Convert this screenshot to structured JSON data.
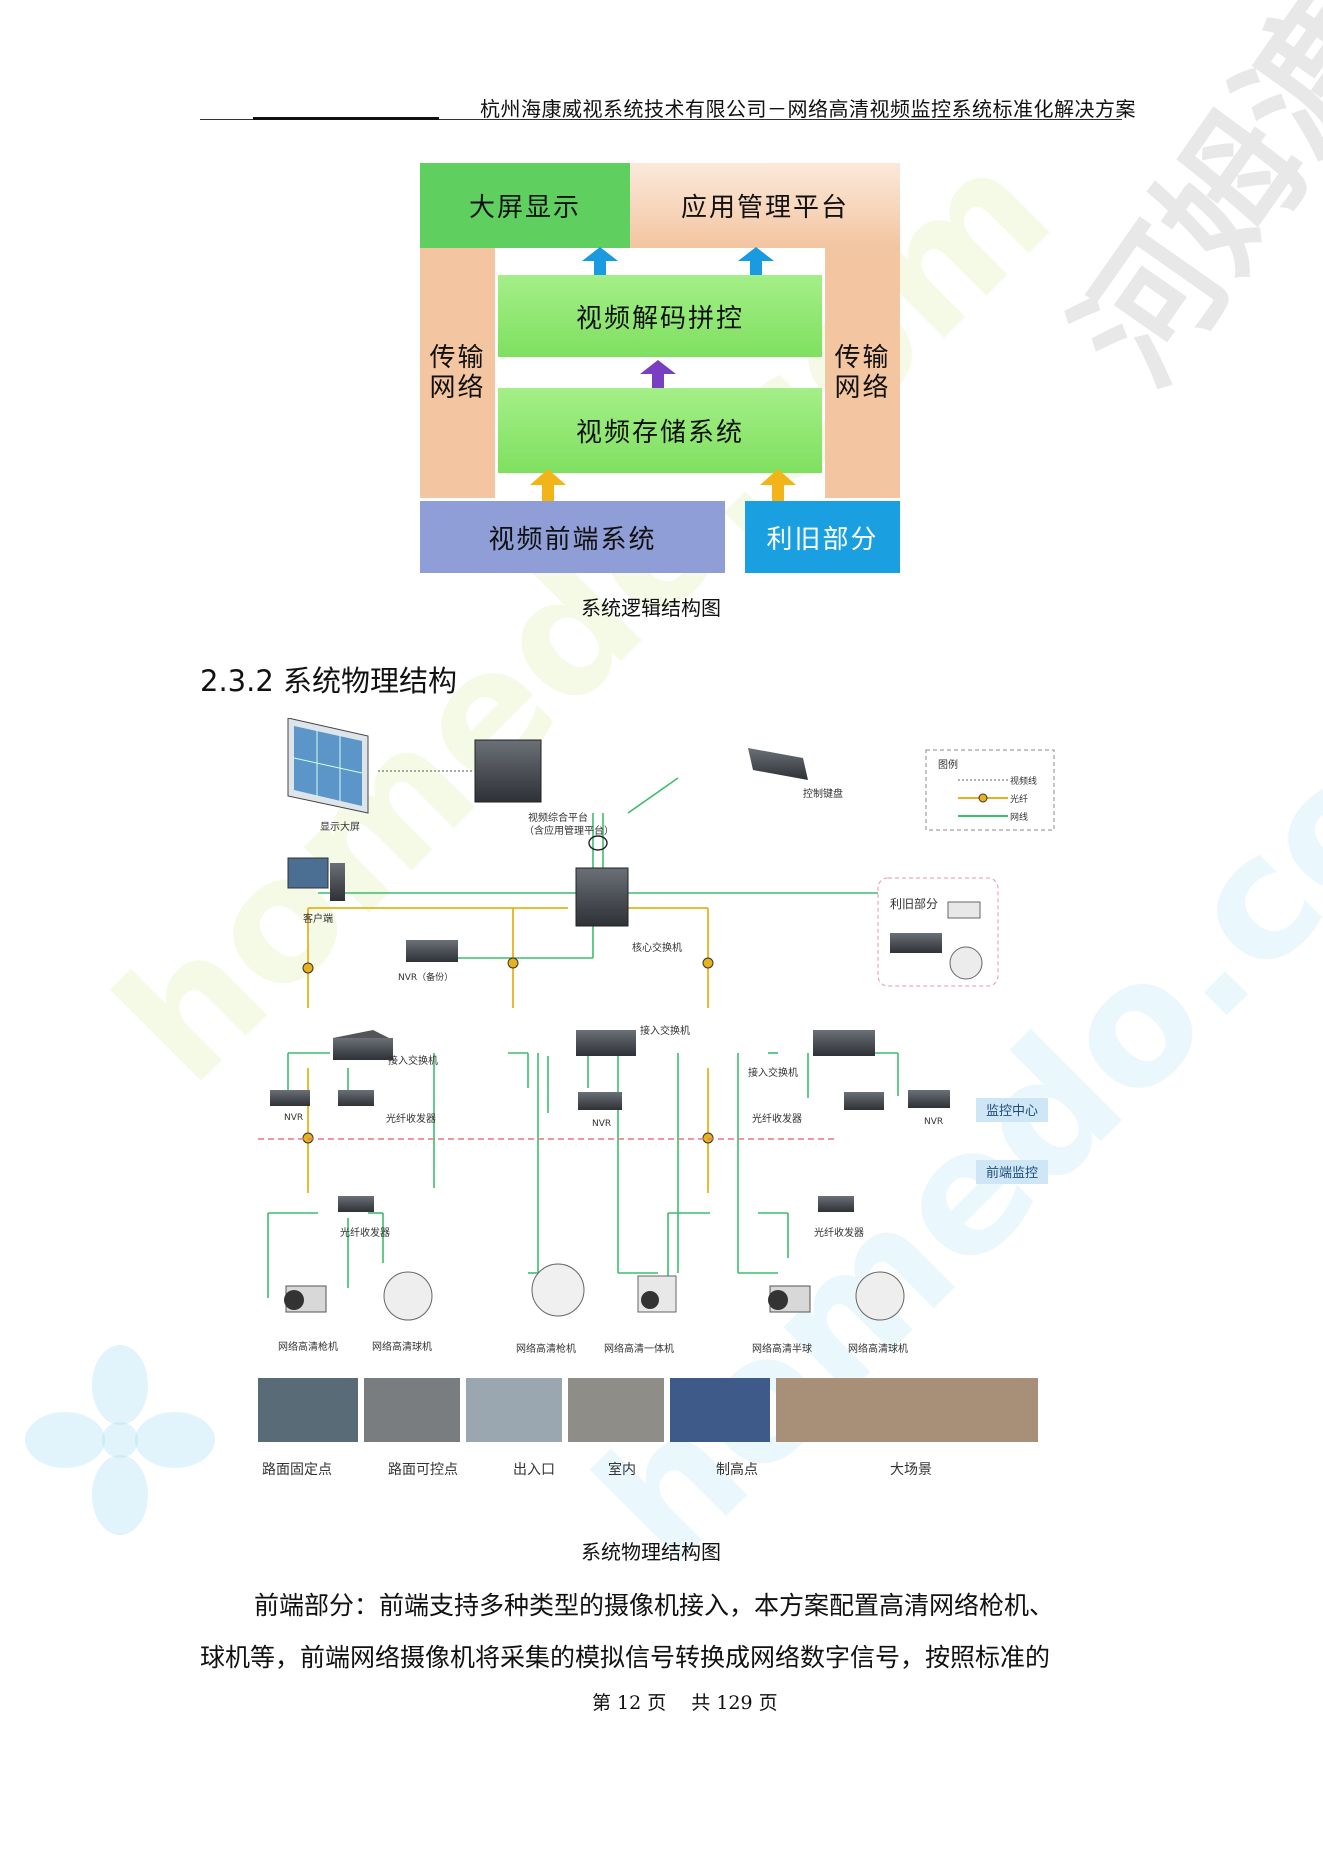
{
  "header": {
    "title": "杭州海康威视系统技术有限公司－网络高清视频监控系统标准化解决方案"
  },
  "watermark": {
    "brand": "河姆渡",
    "url1": "homedo.com",
    "url2": "homedo.com"
  },
  "logic_diagram": {
    "big_screen": "大屏显示",
    "app_platform": "应用管理平台",
    "transmission_left": "传输网络",
    "transmission_right": "传输网络",
    "decoding": "视频解码拼控",
    "storage": "视频存储系统",
    "frontend": "视频前端系统",
    "legacy": "利旧部分",
    "caption": "系统逻辑结构图",
    "colors": {
      "green": "#5fd05f",
      "light_green": "#8eea70",
      "peach": "#f3c5a0",
      "blue_gray": "#8f9ed6",
      "blue": "#1aa0e0",
      "arrow_blue": "#1a9ae0",
      "arrow_purple": "#7a3fc0",
      "arrow_yellow": "#f3b418"
    }
  },
  "section": {
    "heading": "2.3.2 系统物理结构"
  },
  "physical_diagram": {
    "legend": {
      "title": "图例",
      "video_line": "视频线",
      "fiber": "光纤",
      "network": "网线"
    },
    "display_wall": "显示大屏",
    "platform": "视频综合平台",
    "platform_sub": "（含应用管理平台）",
    "keyboard": "控制键盘",
    "client": "客户端",
    "core_switch": "核心交换机",
    "nvr_backup": "NVR（备份）",
    "legacy": "利旧部分",
    "access_switch_left": "接入交换机",
    "access_switch_mid": "接入交换机",
    "access_switch_right": "接入交换机",
    "nvr": "NVR",
    "fiber_transceiver": "光纤收发器",
    "monitor_center": "监控中心",
    "front_monitor": "前端监控",
    "cameras": [
      "网络高清枪机",
      "网络高清球机",
      "网络高清枪机",
      "网络高清一体机",
      "网络高清半球",
      "网络高清球机"
    ],
    "scenes": [
      "路面固定点",
      "路面可控点",
      "出入口",
      "室内",
      "制高点",
      "大场景"
    ],
    "caption": "系统物理结构图"
  },
  "body": {
    "para1": "前端部分：前端支持多种类型的摄像机接入，本方案配置高清网络枪机、",
    "para2": "球机等，前端网络摄像机将采集的模拟信号转换成网络数字信号，按照标准的"
  },
  "footer": {
    "page": "第 12 页　 共 129 页"
  }
}
